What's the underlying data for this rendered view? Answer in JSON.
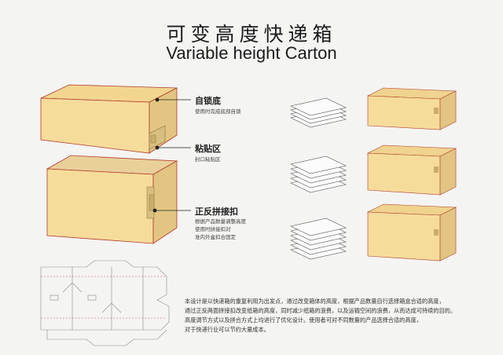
{
  "title_cn": "可变高度快递箱",
  "title_en": "Variable height Carton",
  "callouts": [
    {
      "label": "自锁底",
      "sub": [
        "使用时完成底部自锁"
      ]
    },
    {
      "label": "粘贴区",
      "sub": [
        "封口粘贴区"
      ]
    },
    {
      "label": "正反拼接扣",
      "sub": [
        "根据产品数量调整高度",
        "使用时拼接扣对",
        "准内外盒扣合固定"
      ]
    }
  ],
  "description": [
    "本设计是以快递箱的重复利用为出发点，通过改变箱体的高度，根据产品数量自行选择箱盒合适的高度，",
    "通过正反两面拼接扣改变纸箱的高度，同时减少纸箱的浪费，以及运输空间的浪费，从而达成可持续的目的。",
    "高度调节方式以及拼合方式上均进行了优化设计。使用者可对不同数量的产品选择合适的高度，",
    "对于快递行业可以节约大量成本。"
  ],
  "colors": {
    "kraft": "#f6dc9b",
    "kraft_dark": "#d8bf80",
    "kraft_side": "#e7cc8a",
    "edge": "#b23a2a"
  }
}
